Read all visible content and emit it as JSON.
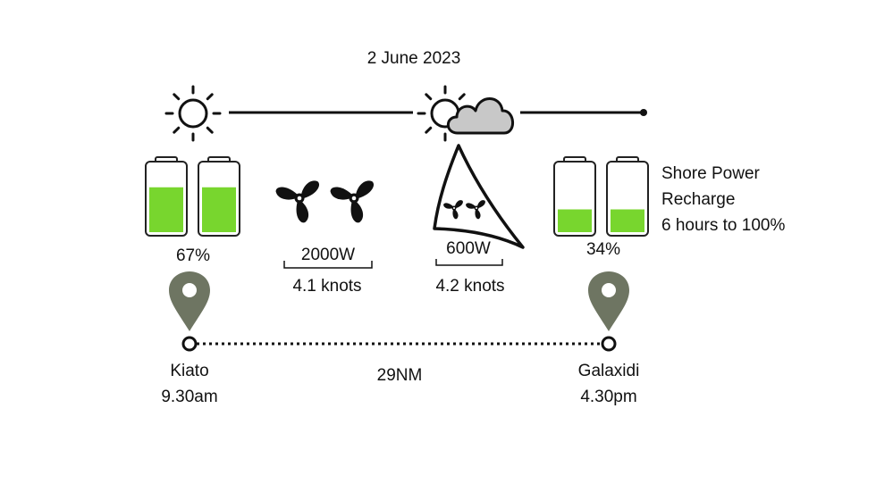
{
  "date": "2 June 2023",
  "weather": {
    "start_icon": "sun-icon",
    "mid_icon": "sun-cloud-icon"
  },
  "batteries": {
    "start_percent_label": "67%",
    "start_level": 0.67,
    "end_percent_label": "34%",
    "end_level": 0.34,
    "fill_color": "#78d62e",
    "fill_light_color": "#9be35b"
  },
  "motor_leg": {
    "icon": "propeller-icon",
    "power": "2000W",
    "speed": "4.1 knots"
  },
  "sail_leg": {
    "icon": "sail-icon",
    "power": "600W",
    "speed": "4.2 knots"
  },
  "recharge": {
    "line1": "Shore Power",
    "line2": "Recharge",
    "line3": "6 hours to 100%"
  },
  "route": {
    "distance": "29NM",
    "start": {
      "name": "Kiato",
      "time": "9.30am"
    },
    "end": {
      "name": "Galaxidi",
      "time": "4.30pm"
    },
    "pin_color": "#6e7562"
  }
}
